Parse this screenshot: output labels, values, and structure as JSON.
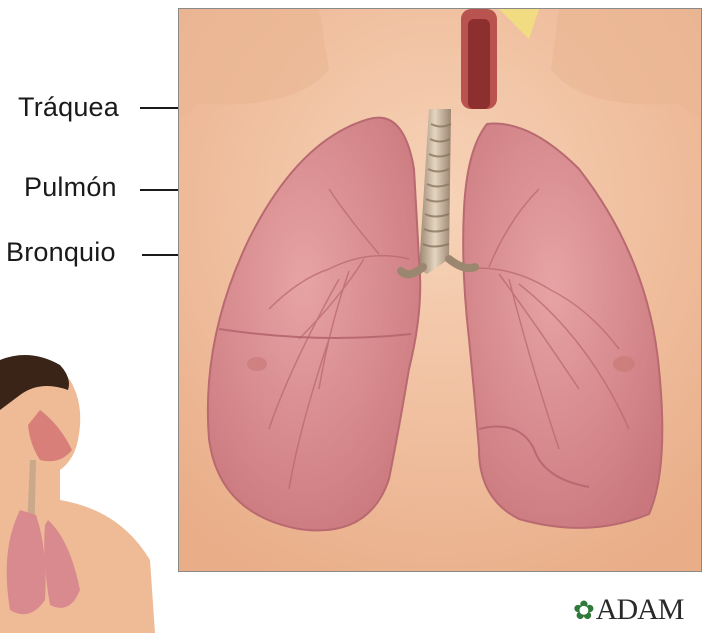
{
  "labels": {
    "trachea": "Tráquea",
    "lung": "Pulmón",
    "bronchus": "Bronquio"
  },
  "logo": {
    "text": "ADAM",
    "icon": "leaf-icon"
  },
  "colors": {
    "skin": "#f4c6a6",
    "lung": "#d98a8e",
    "trachea": "#c9b39a",
    "panel_border": "#8a8a8a",
    "logo_leaf": "#2f7a3a"
  }
}
